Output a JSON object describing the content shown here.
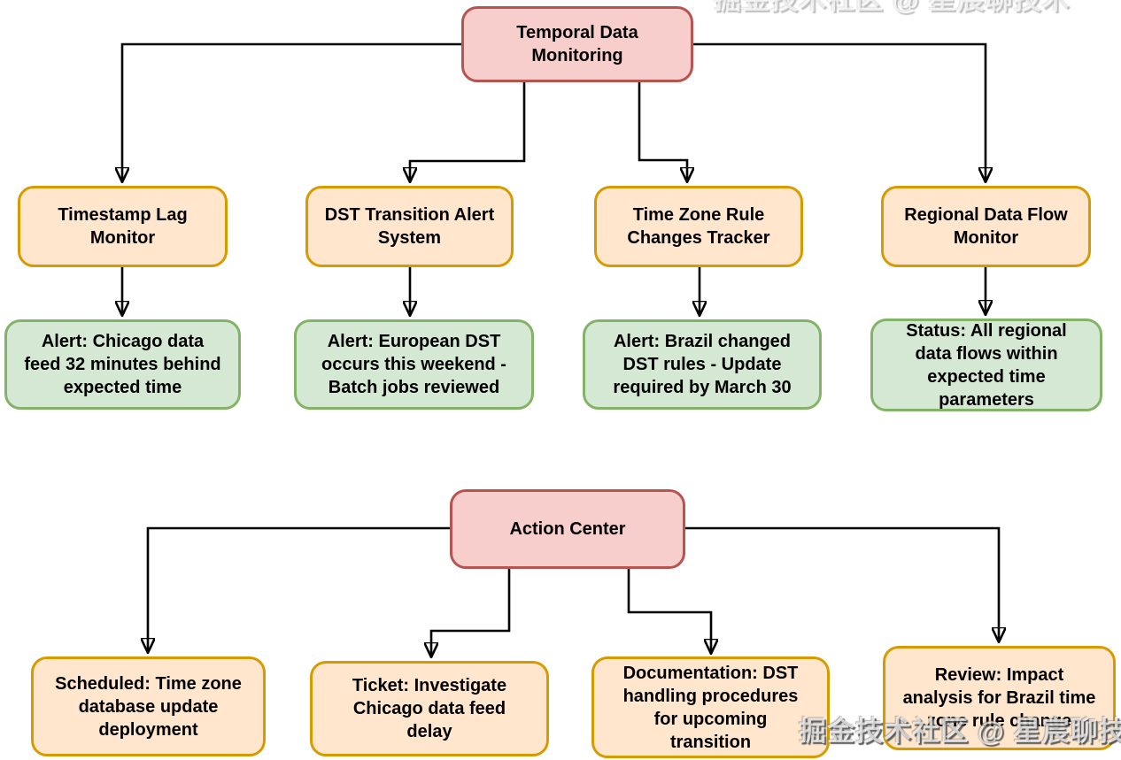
{
  "monitoring_tree": {
    "root": [
      "Temporal Data",
      "Monitoring"
    ],
    "branches": [
      {
        "monitor": [
          "Timestamp Lag",
          "Monitor"
        ],
        "status": [
          "Alert: Chicago data",
          "feed 32 minutes behind",
          "expected time"
        ]
      },
      {
        "monitor": [
          "DST Transition Alert",
          "System"
        ],
        "status": [
          "Alert: European DST",
          "occurs this weekend -",
          "Batch jobs reviewed"
        ]
      },
      {
        "monitor": [
          "Time Zone Rule",
          "Changes Tracker"
        ],
        "status": [
          "Alert: Brazil changed",
          "DST rules - Update",
          "required by March 30"
        ]
      },
      {
        "monitor": [
          "Regional Data Flow",
          "Monitor"
        ],
        "status": [
          "Status: All regional",
          "data flows within",
          "expected time",
          "parameters"
        ]
      }
    ]
  },
  "action_tree": {
    "root": [
      "Action Center"
    ],
    "actions": [
      [
        "Scheduled: Time zone",
        "database update",
        "deployment"
      ],
      [
        "Ticket: Investigate",
        "Chicago data feed",
        "delay"
      ],
      [
        "Documentation: DST",
        "handling procedures",
        "for upcoming",
        "transition"
      ],
      [
        "Review: Impact",
        "analysis for Brazil time",
        "zone rule change"
      ]
    ]
  },
  "watermark": {
    "text": "掘金技术社区 @ 星宸聊技术"
  },
  "colors": {
    "red_fill": "#f8cecc",
    "red_stroke": "#b85450",
    "orange_fill": "#ffe6cc",
    "orange_stroke": "#d79b00",
    "green_fill": "#d5e8d4",
    "green_stroke": "#82b366",
    "connector": "#000000",
    "text": "#000000",
    "background": "#ffffff"
  }
}
